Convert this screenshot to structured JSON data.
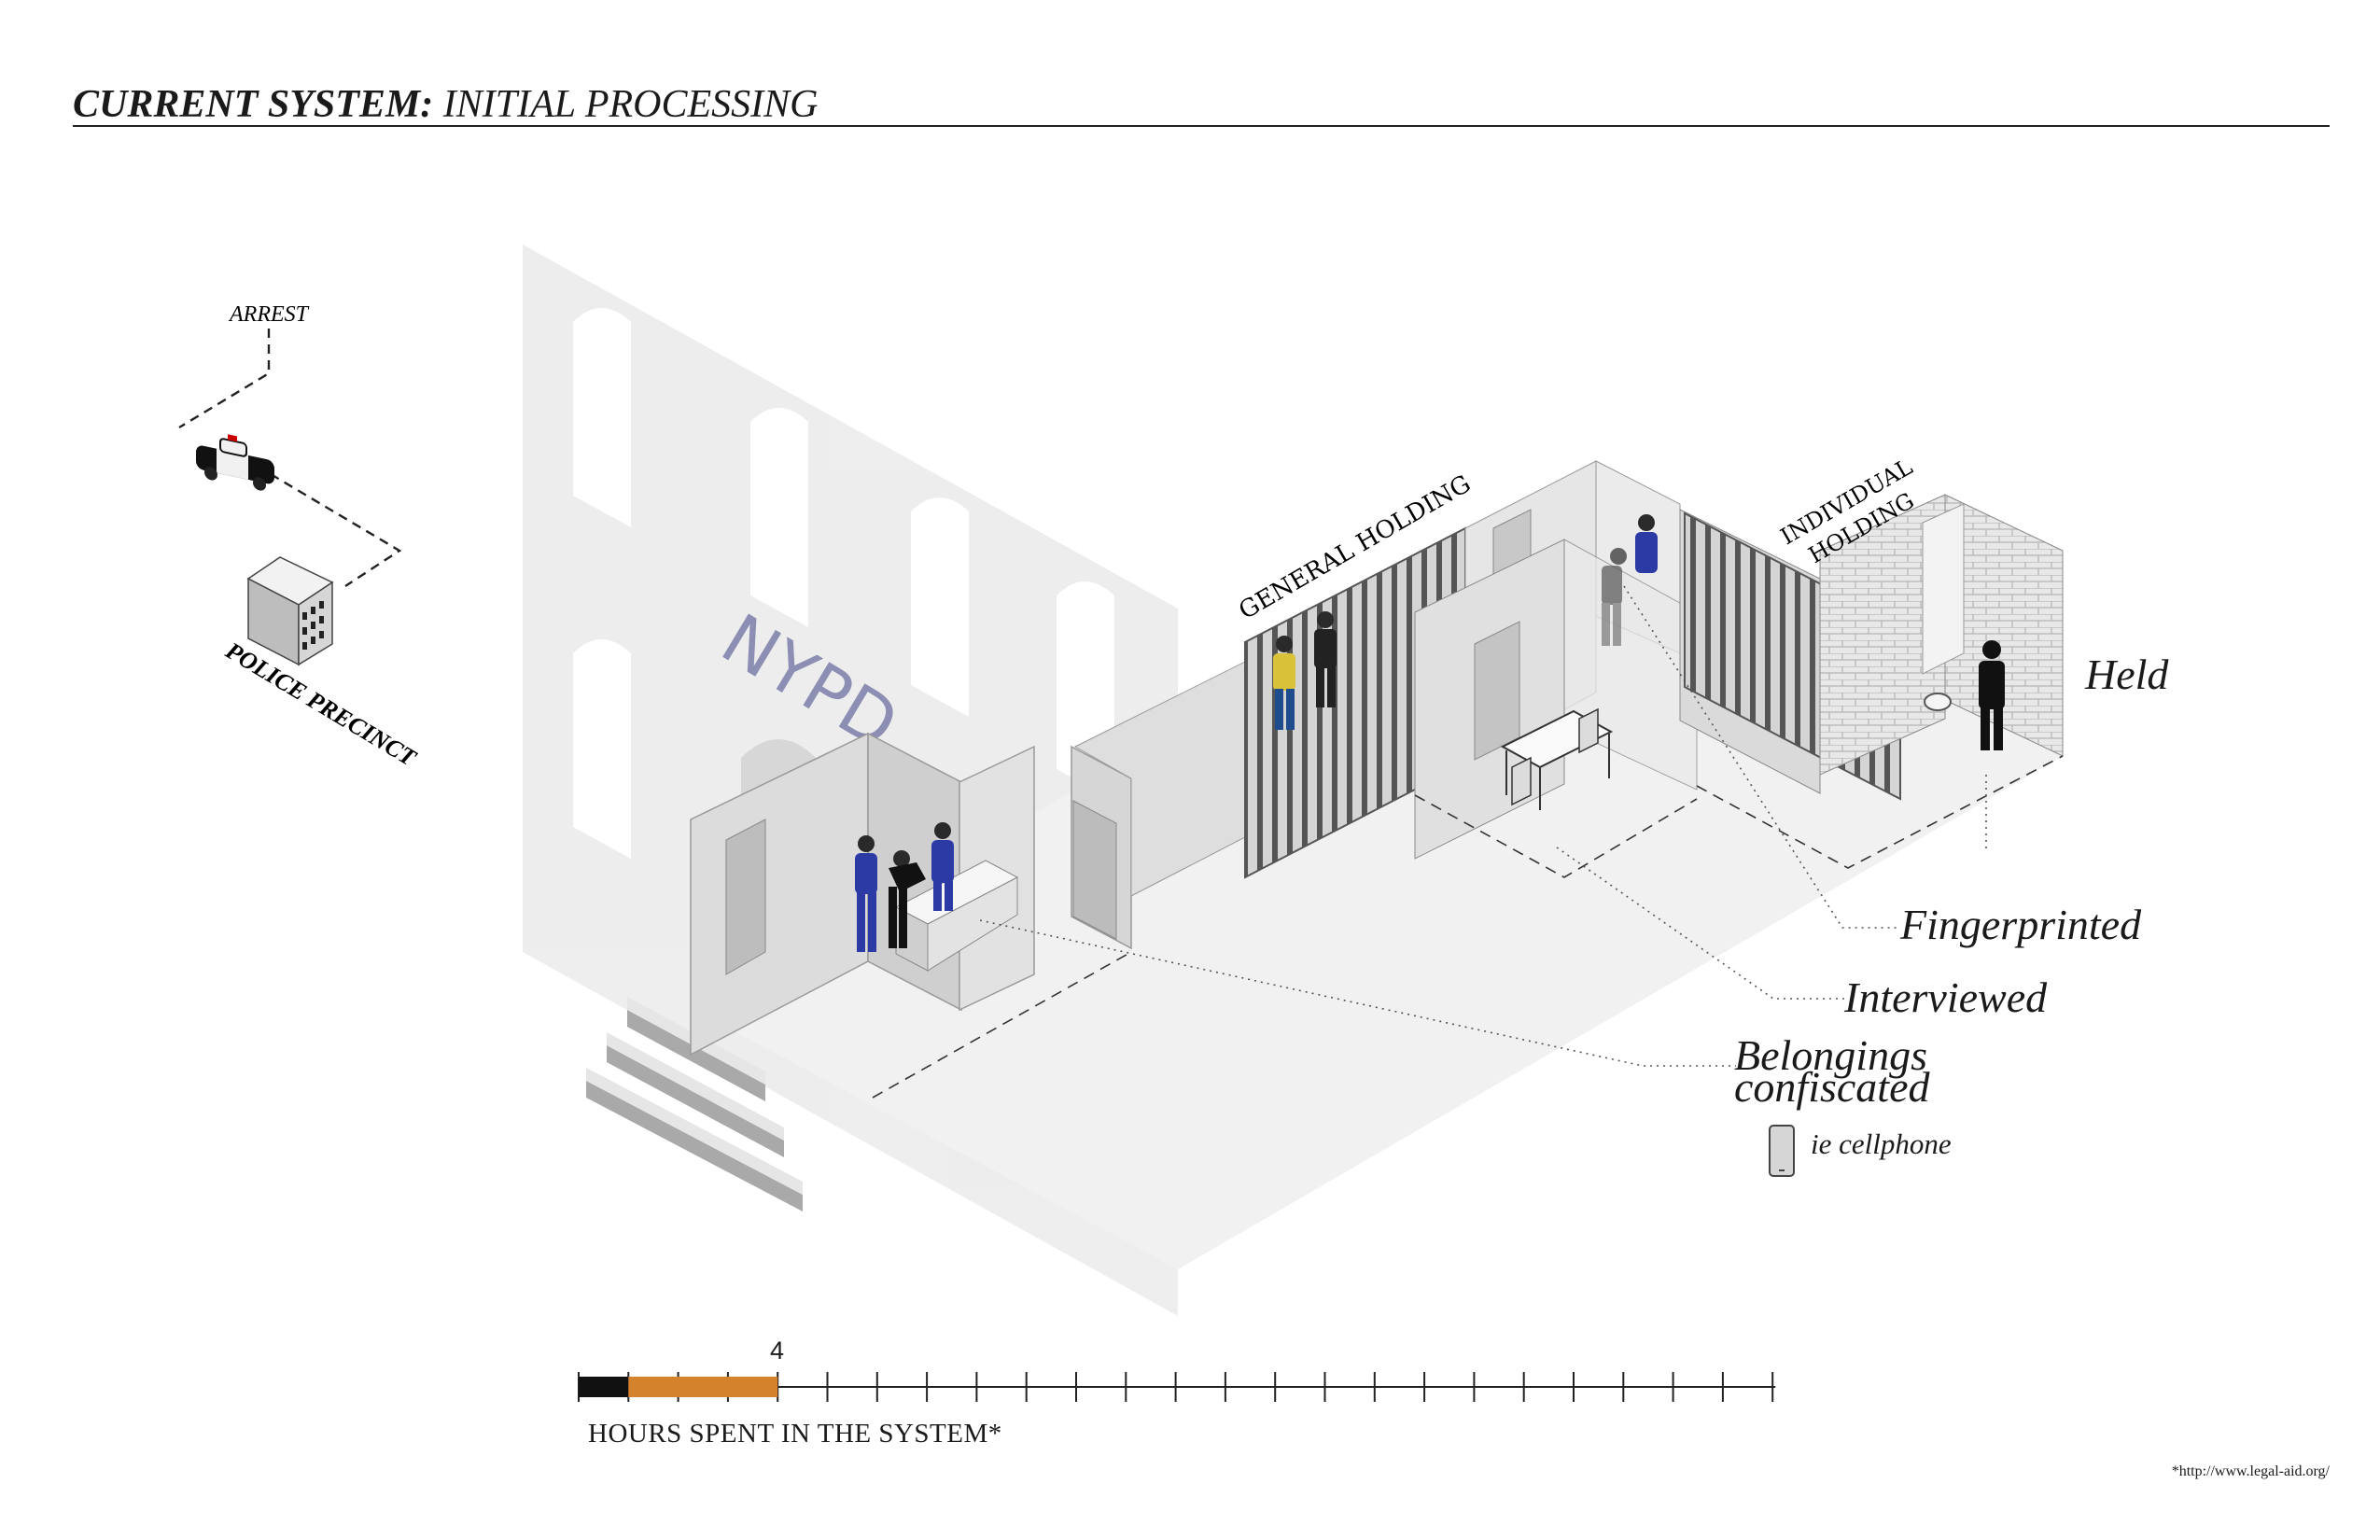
{
  "title": {
    "bold": "CURRENT SYSTEM:",
    "rest": "INITIAL PROCESSING"
  },
  "labels": {
    "arrest": "ARREST",
    "police_precinct": "POLICE PRECINCT",
    "nypd": "NYPD",
    "general_holding": "GENERAL  HOLDING",
    "individual_holding_1": "INDIVIDUAL",
    "individual_holding_2": "HOLDING",
    "held": "Held",
    "fingerprinted": "Fingerprinted",
    "interviewed": "Interviewed",
    "belongings_1": "Belongings",
    "belongings_2": "confiscated",
    "cellphone": "ie cellphone"
  },
  "timeline": {
    "axis_label": "HOURS SPENT IN THE SYSTEM*",
    "marked_hour": "4",
    "total_ticks": 25,
    "black_segment_hours": 1,
    "orange_segment_hours": 3,
    "colors": {
      "black": "#111111",
      "orange": "#d4822b"
    }
  },
  "footnote": "*http://www.legal-aid.org/",
  "colors": {
    "police_blue": "#2c3aa6",
    "nypd_text": "#8c8fb3",
    "floor": "#f1f1f1",
    "wall": "#e4e4e4"
  }
}
